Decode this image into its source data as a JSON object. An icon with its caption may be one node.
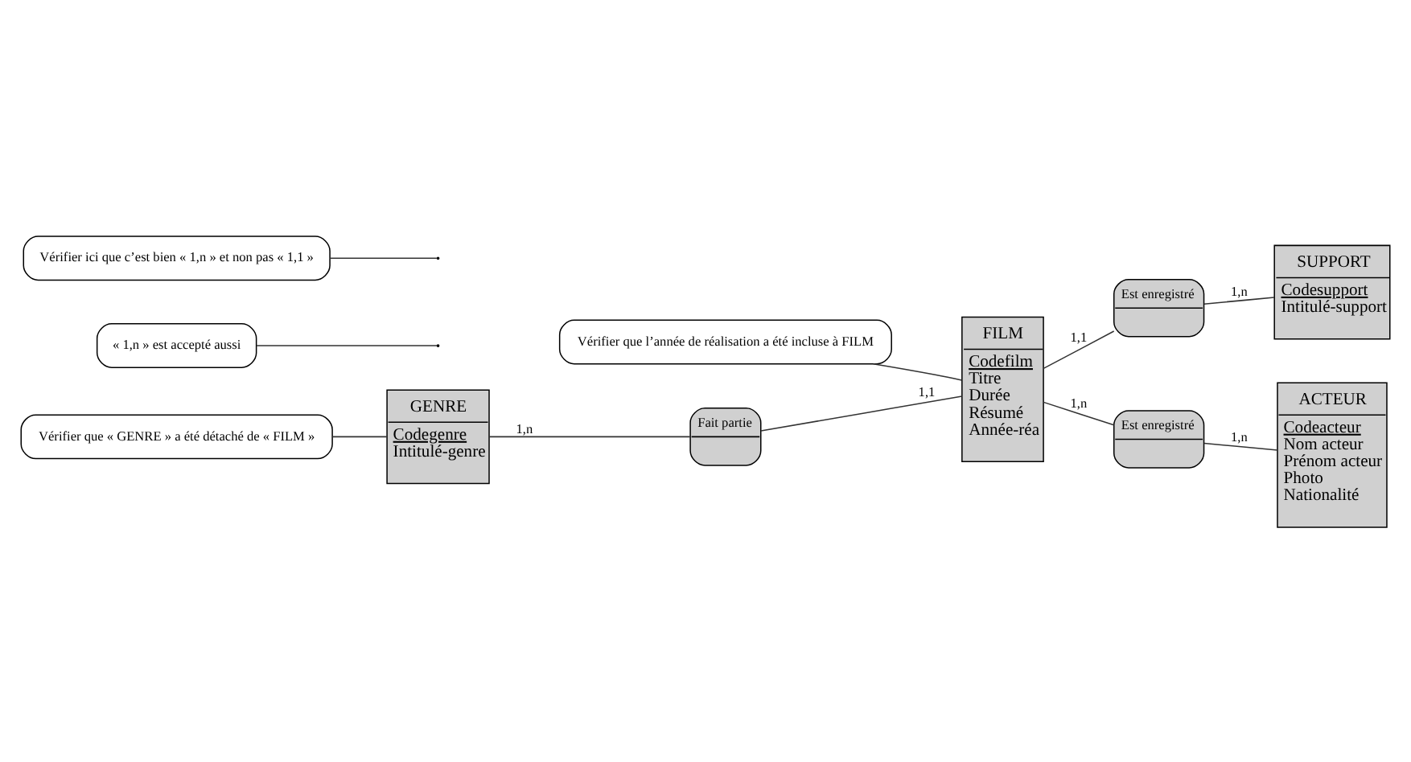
{
  "diagram": {
    "nodes": [
      {
        "text": [
          "GENRE",
          "Codegenre",
          "Intitulé-genre"
        ]
      },
      {
        "text": [
          "Fait partie"
        ]
      },
      {
        "text": [
          "FILM",
          "Codefilm",
          "Titre",
          "Durée",
          "Résumé",
          "Année-réa"
        ]
      },
      {
        "text": [
          "Est enregistré"
        ]
      },
      {
        "text": [
          "SUPPORT",
          "Codesupport",
          "Intitulé-support"
        ]
      },
      {
        "text": [
          "« 1,n » est accepté aussi"
        ]
      },
      {
        "text": [
          "Vérifier que « GENRE » a été détaché de « FILM »"
        ]
      },
      {
        "text": [
          "Vérifier ici que c’est bien « 1,n » et non pas « 1,1 »"
        ]
      },
      {
        "text": [
          "Est enregistré"
        ]
      },
      {
        "text": [
          "Vérifier que l’année de réalisation a été incluse à FILM"
        ]
      },
      {
        "text": [
          "ACTEUR",
          "Codeacteur",
          "Nom acteur",
          "Prénom acteur",
          "Photo",
          "Nationalité"
        ]
      }
    ],
    "edges": [
      {
        "from": 0,
        "to": 1,
        "arrow": "none",
        "label": "1,n"
      },
      {
        "from": 1,
        "to": 2,
        "arrow": "none",
        "label": "1,1"
      },
      {
        "from": 2,
        "to": 3,
        "arrow": "none",
        "label": "1,1"
      },
      {
        "from": 3,
        "to": 4,
        "arrow": "none",
        "label": "1,n"
      },
      {
        "from": 2,
        "to": 8,
        "arrow": "none",
        "label": "1,n"
      },
      {
        "from": 8,
        "to": 10,
        "arrow": "none",
        "label": "1,n"
      },
      {
        "from": 5,
        "to": null,
        "arrow": "none"
      },
      {
        "from": 6,
        "to": 0,
        "arrow": "none"
      },
      {
        "from": 7,
        "to": null,
        "arrow": "none"
      },
      {
        "from": 9,
        "to": 2,
        "arrow": "none"
      }
    ]
  }
}
